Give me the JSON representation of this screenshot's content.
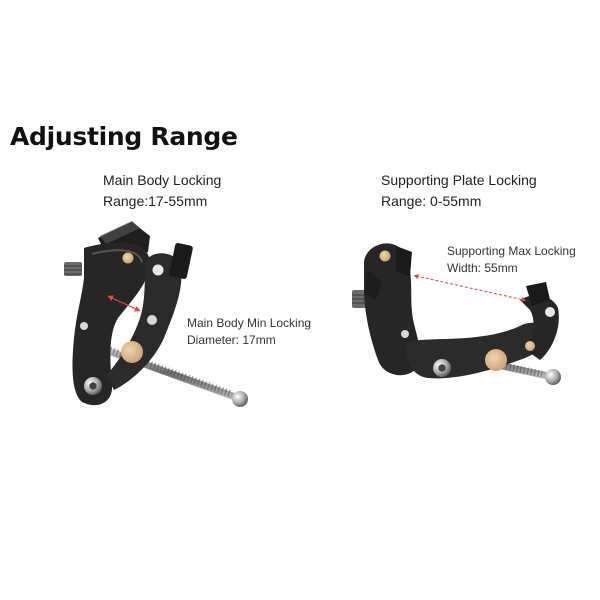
{
  "heading": "Adjusting Range",
  "left_product": {
    "title": "Main Body Locking",
    "range": "Range:17-55mm",
    "note_line1": "Main Body Min Locking",
    "note_line2": "Diameter: 17mm"
  },
  "right_product": {
    "title": "Supporting Plate Locking",
    "range": "Range: 0-55mm",
    "note_line1": "Supporting Max Locking",
    "note_line2": "Width: 55mm"
  },
  "colors": {
    "clamp_body": "#262626",
    "brass_knob": "#d9b68e",
    "measure_arrow": "#e0483a",
    "screw_rod": "#8a8a8a"
  }
}
